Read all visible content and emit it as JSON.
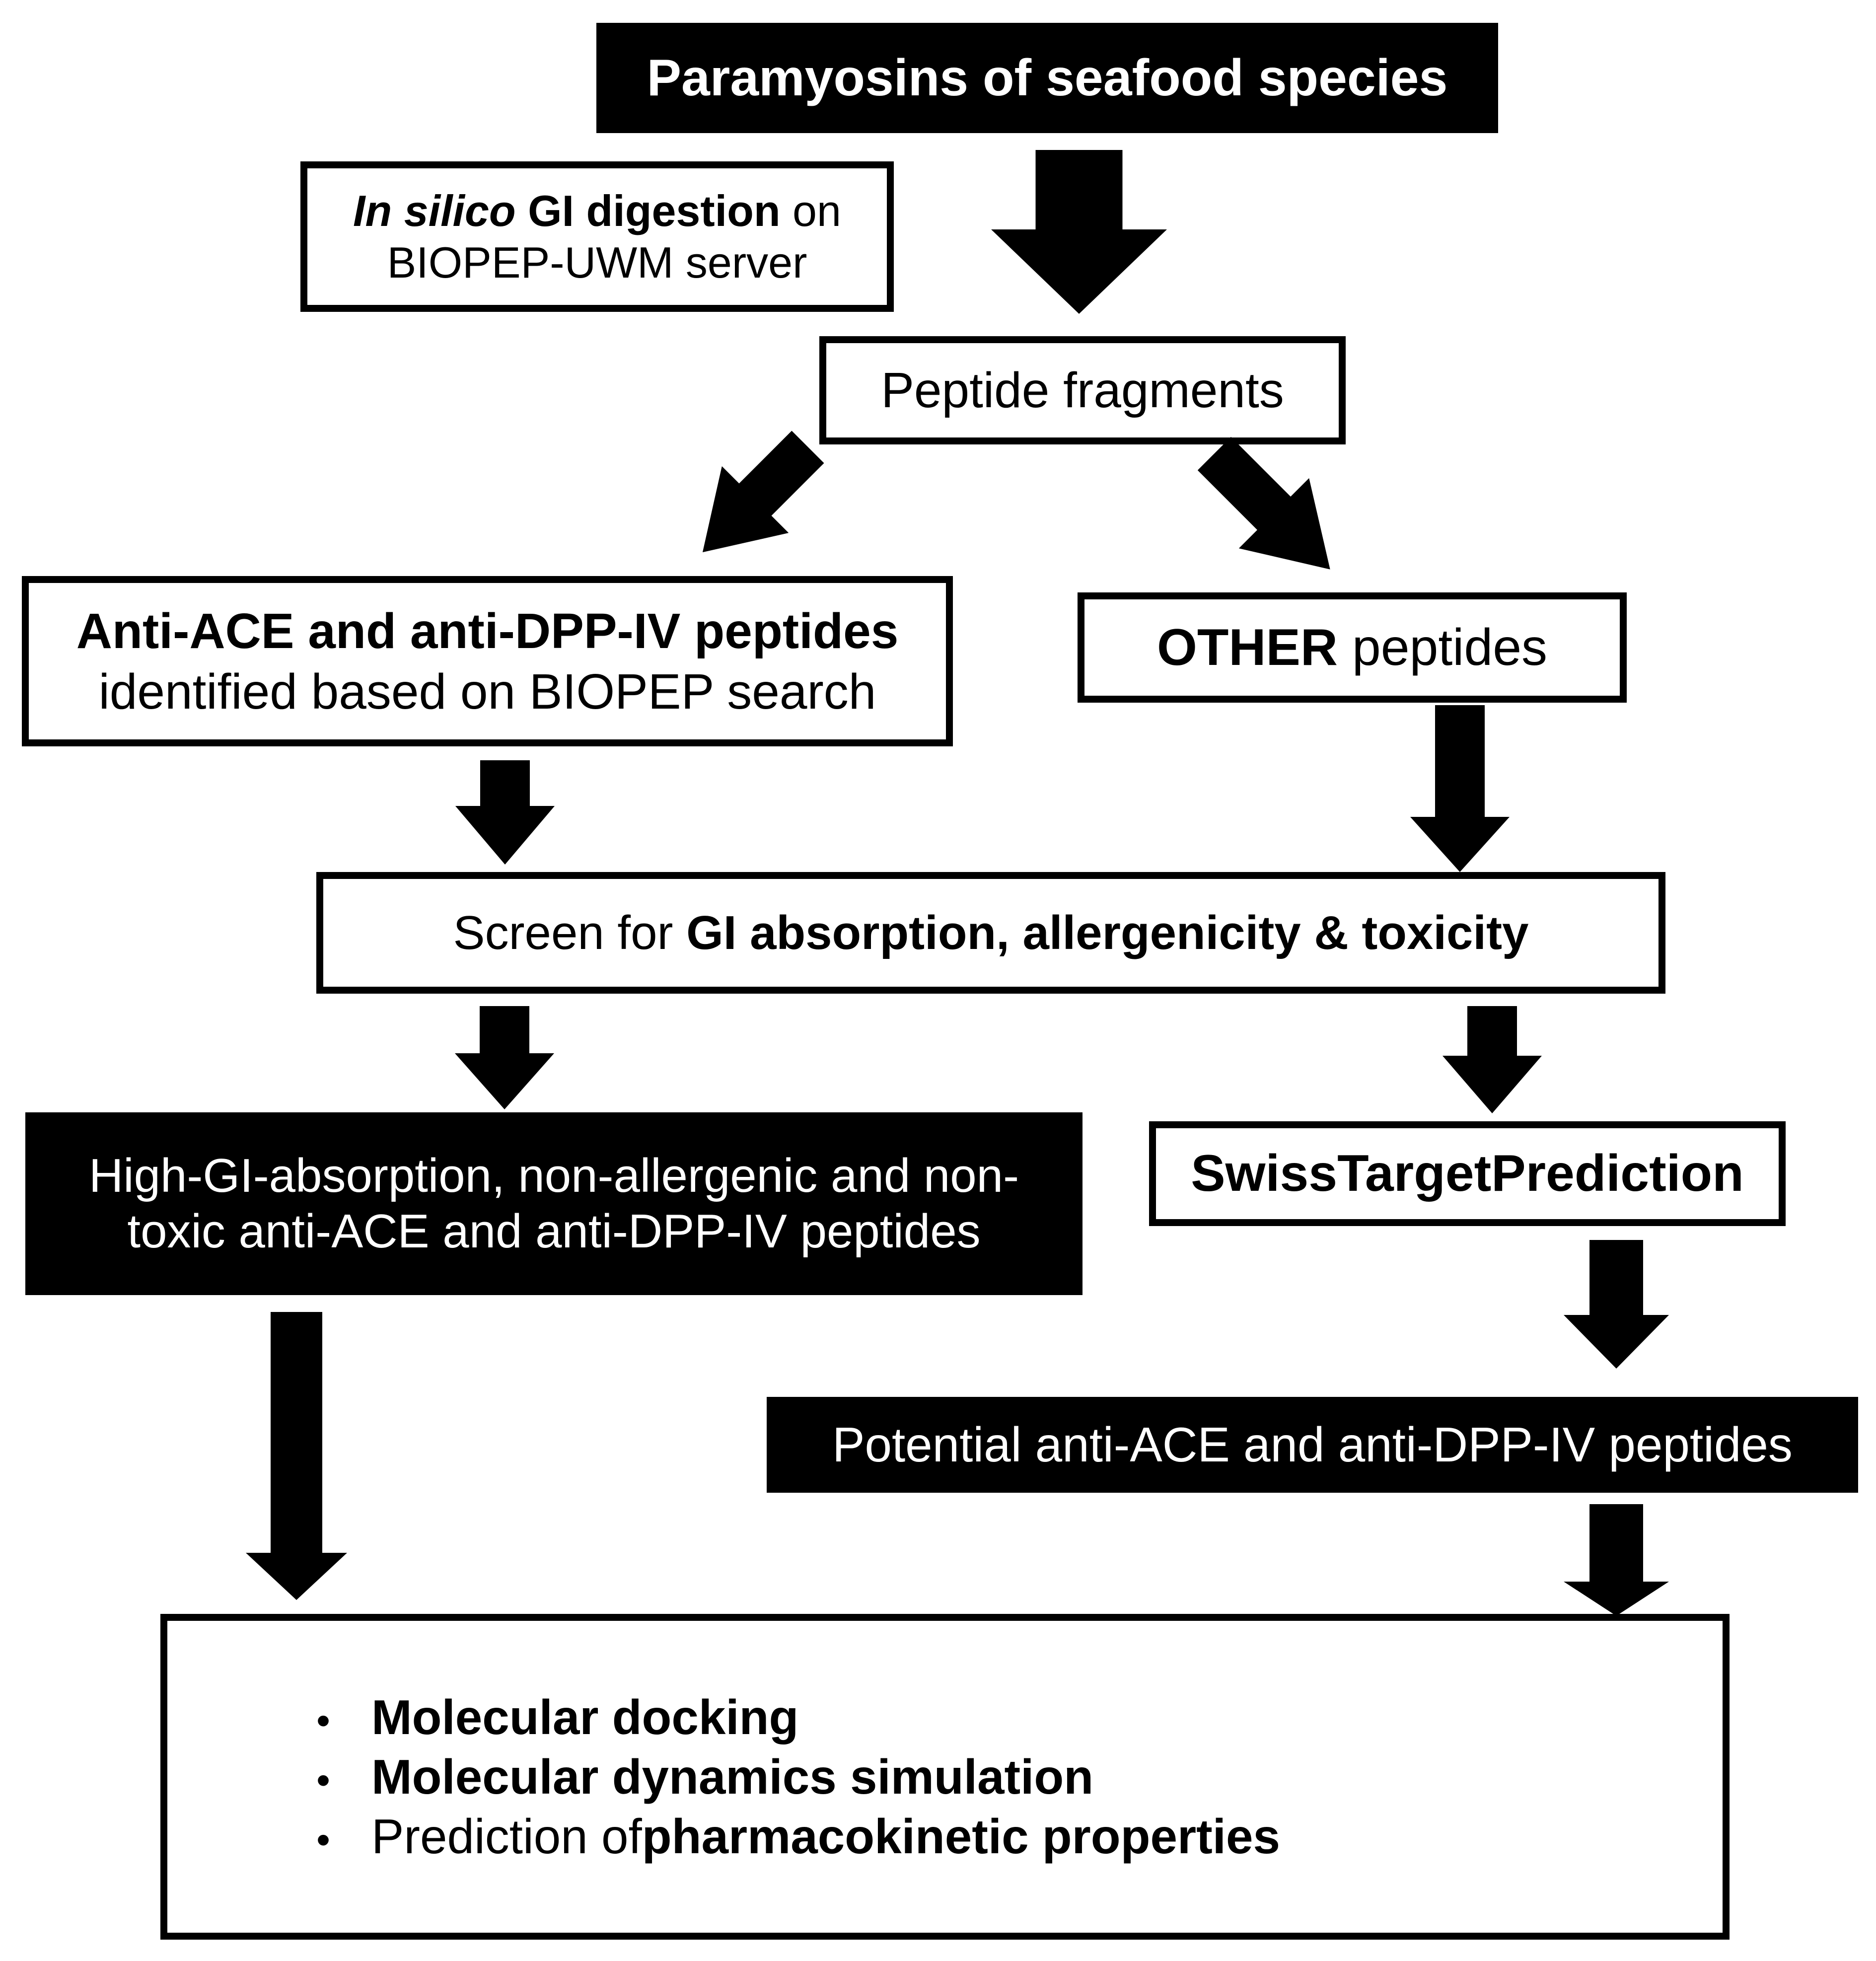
{
  "figure": {
    "colors": {
      "ink": "#000000",
      "paper": "#ffffff"
    },
    "nodes": {
      "paramyosins": {
        "label": "Paramyosins of seafood species"
      },
      "digestion": {
        "line1_emphasis": "In silico",
        "line1_bold": " GI digestion",
        "line1_tail": " on",
        "line2": "BIOPEP-UWM server"
      },
      "peptide_fragments": {
        "label": "Peptide fragments"
      },
      "biopep_hits": {
        "line1": "Anti-ACE and anti-DPP-IV peptides",
        "line2": "identified based on BIOPEP search"
      },
      "other_peptides": {
        "bold": "OTHER",
        "tail": " peptides"
      },
      "screening": {
        "lead": "Screen for ",
        "bold": "GI absorption, allergenicity & toxicity"
      },
      "high_gi": {
        "line1": "High-GI-absorption, non-allergenic and non-",
        "line2": "toxic anti-ACE and anti-DPP-IV peptides"
      },
      "swiss_target": {
        "label": "SwissTargetPrediction"
      },
      "potential_peptides": {
        "label": "Potential anti-ACE and anti-DPP-IV peptides"
      },
      "analysis": {
        "bullet_glyph": "•",
        "items": [
          {
            "lead": "",
            "bold": "Molecular docking"
          },
          {
            "lead": "",
            "bold": "Molecular dynamics simulation"
          },
          {
            "lead": "Prediction of ",
            "bold": "pharmacokinetic properties"
          }
        ]
      }
    }
  }
}
